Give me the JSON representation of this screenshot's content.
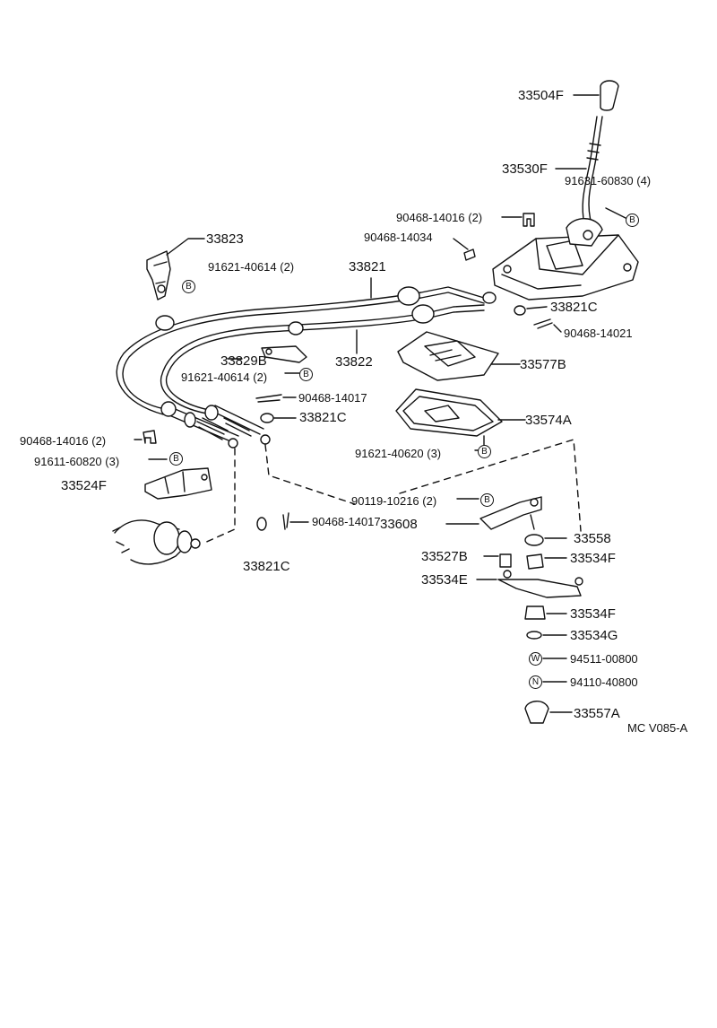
{
  "parts": {
    "p33504F": "33504F",
    "p33530F": "33530F",
    "p91631_60830": "91631-60830 (4)",
    "p90468_14016_top": "90468-14016 (2)",
    "p90468_14034": "90468-14034",
    "p33823": "33823",
    "p91621_40614_a": "91621-40614 (2)",
    "p33821": "33821",
    "p33821C_a": "33821C",
    "p90468_14021": "90468-14021",
    "p33829B": "33829B",
    "p33822": "33822",
    "p33577B": "33577B",
    "p91621_40614_b": "91621-40614 (2)",
    "p90468_14017_a": "90468-14017",
    "p33821C_b": "33821C",
    "p33574A": "33574A",
    "p90468_14016_left": "90468-14016 (2)",
    "p91621_40620": "91621-40620 (3)",
    "p91611_60820": "91611-60820 (3)",
    "p33524F": "33524F",
    "p90119_10216": "90119-10216 (2)",
    "p33608": "33608",
    "p90468_14017_b": "90468-14017",
    "p33558": "33558",
    "p33527B": "33527B",
    "p33534F_a": "33534F",
    "p33821C_c": "33821C",
    "p33534E": "33534E",
    "p33534F_b": "33534F",
    "p33534G": "33534G",
    "p94511_00800": "94511-00800",
    "p94110_40800": "94110-40800",
    "p33557A": "33557A"
  },
  "symbols": {
    "bolt": "B",
    "washer": "W",
    "nut": "N"
  },
  "diagram_code": "MC V085-A",
  "colors": {
    "ink": "#111111",
    "paper": "#ffffff"
  }
}
